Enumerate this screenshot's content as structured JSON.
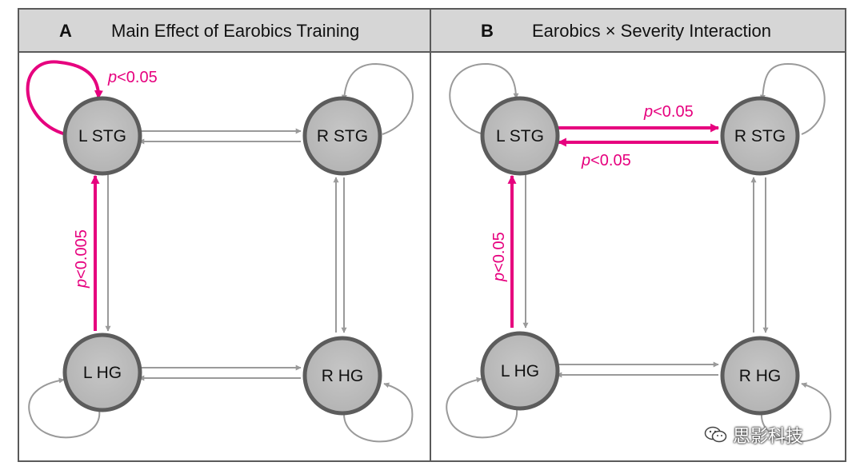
{
  "panels": [
    {
      "letter": "A",
      "title": "Main Effect of Earobics Training",
      "nodes": {
        "lstg": "L STG",
        "rstg": "R STG",
        "lhg": "L HG",
        "rhg": "R HG"
      },
      "significant": [
        {
          "connection": "L STG self-connection",
          "label_prefix": "p",
          "label_value": "<0.05"
        },
        {
          "connection": "L HG → L STG",
          "label_prefix": "p",
          "label_value": "<0.005"
        }
      ]
    },
    {
      "letter": "B",
      "title": "Earobics × Severity Interaction",
      "nodes": {
        "lstg": "L STG",
        "rstg": "R STG",
        "lhg": "L HG",
        "rhg": "R HG"
      },
      "significant": [
        {
          "connection": "L STG → R STG",
          "label_prefix": "p",
          "label_value": "<0.05"
        },
        {
          "connection": "R STG → L STG",
          "label_prefix": "p",
          "label_value": "<0.05"
        },
        {
          "connection": "L HG → L STG",
          "label_prefix": "p",
          "label_value": "<0.05"
        }
      ]
    }
  ],
  "colors": {
    "significant": "#e6007e",
    "connection": "#9a9a9a",
    "node_fill": "#bebebe",
    "node_stroke": "#5c5c5c",
    "header_fill": "#d6d6d6"
  },
  "watermark": {
    "text": "思影科技",
    "icon": "wechat-icon"
  }
}
